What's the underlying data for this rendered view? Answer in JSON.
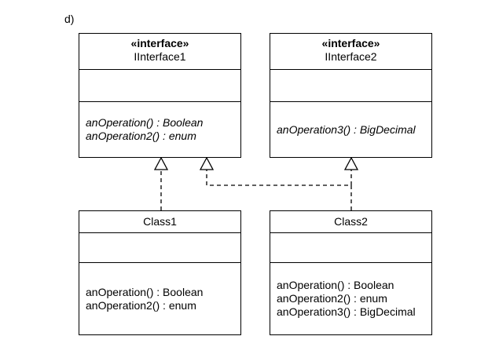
{
  "figure_label": "d)",
  "interfaces": [
    {
      "stereotype": "«interface»",
      "name": "IInterface1",
      "operations": [
        "anOperation() : Boolean",
        "anOperation2() : enum"
      ]
    },
    {
      "stereotype": "«interface»",
      "name": "IInterface2",
      "operations": [
        "anOperation3() : BigDecimal"
      ]
    }
  ],
  "classes": [
    {
      "name": "Class1",
      "operations": [
        "anOperation() : Boolean",
        "anOperation2() : enum"
      ]
    },
    {
      "name": "Class2",
      "operations": [
        "anOperation() : Boolean",
        "anOperation2() : enum",
        "anOperation3() : BigDecimal"
      ]
    }
  ],
  "relationships": [
    {
      "from": "Class1",
      "to": "IInterface1",
      "type": "realization"
    },
    {
      "from": "Class2",
      "to": "IInterface1",
      "type": "realization"
    },
    {
      "from": "Class2",
      "to": "IInterface2",
      "type": "realization"
    }
  ]
}
